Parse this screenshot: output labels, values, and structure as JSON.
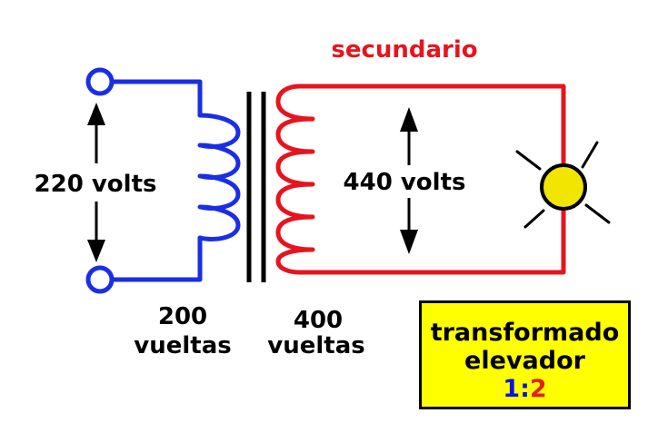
{
  "secondary": {
    "title": "secundario",
    "voltage_label": "440 volts",
    "turns_number": "400",
    "turns_unit": "vueltas"
  },
  "primary": {
    "voltage_label": "220 volts",
    "turns_number": "200",
    "turns_unit": "vueltas"
  },
  "info_box": {
    "line1": "transformado",
    "line2": "elevador",
    "ratio_primary": "1",
    "ratio_separator": ":",
    "ratio_secondary": "2"
  },
  "colors": {
    "primary_wire": "#1a2ee6",
    "secondary_wire": "#e6141e",
    "core": "#000000",
    "lamp": "#f2e600",
    "box_fill": "#ffff00"
  },
  "icons": {
    "lamp": "light-bulb-icon",
    "terminal": "terminal-circle-icon",
    "arrow": "double-arrow-icon"
  }
}
